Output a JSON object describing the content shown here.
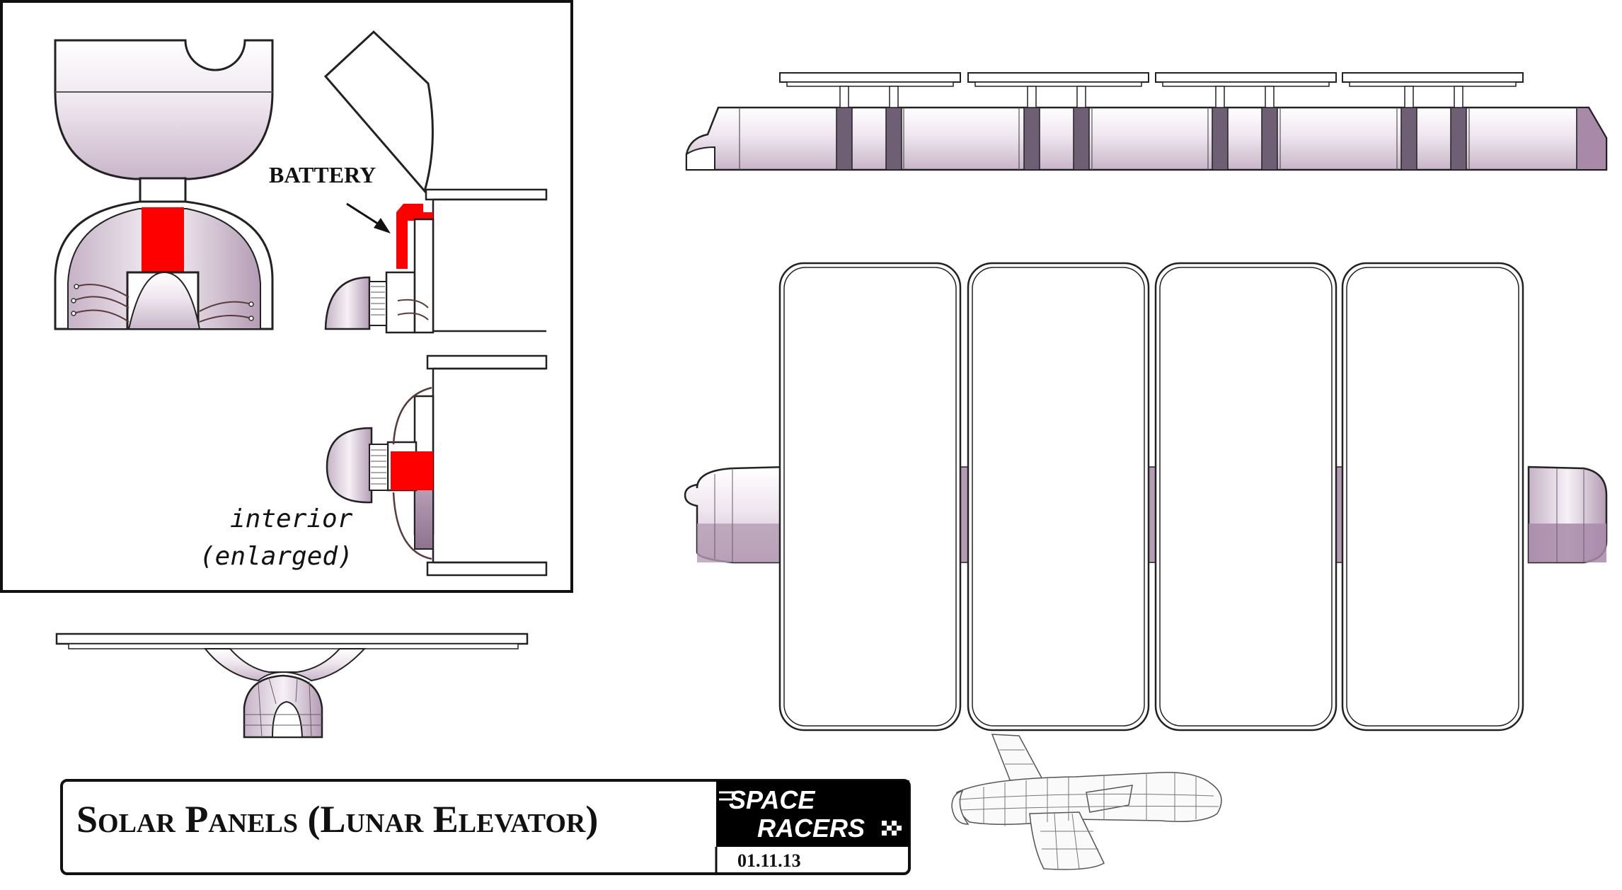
{
  "callout": {
    "battery_label": "BATTERY",
    "interior_line1": "interior",
    "interior_line2": "(enlarged)"
  },
  "title_block": {
    "title": "Solar Panels (Lunar Elevator)",
    "logo_line1": "SPACE",
    "logo_line2": "RACERS",
    "date": "01.11.13"
  },
  "colors": {
    "body_fill": "#e6dae6",
    "body_shade": "#9c7e9c",
    "dark_band": "#6f5f74",
    "battery_red": "#ff0000",
    "outline": "#1a1a1a"
  }
}
